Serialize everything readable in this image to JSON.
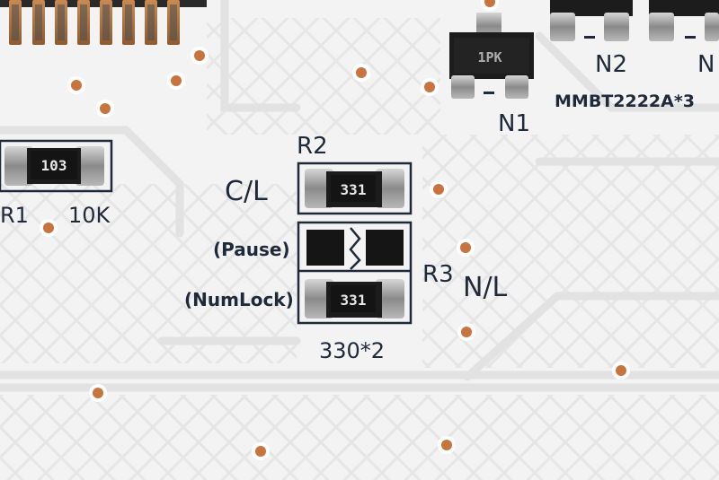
{
  "silkscreen": {
    "r1": "R1",
    "r1_value": "10K",
    "r2": "R2",
    "r3": "R3",
    "cl": "C/L",
    "nl": "N/L",
    "pause": "(Pause)",
    "numlock": "(NumLock)",
    "r_values": "330*2",
    "n1": "N1",
    "n2": "N2",
    "n3_partial": "N",
    "transistors": "MMBT2222A*3"
  },
  "chips": {
    "r1_code": "103",
    "r2_code": "331",
    "r3_code": "331",
    "n1_code": "1PK"
  },
  "colors": {
    "board": "#f3f3f3",
    "trace": "#e6e6e6",
    "silkscreen": "#1e2a3a",
    "via_copper": "#c8743e",
    "resistor_body": "#1c1c1c",
    "solder": "#9a9a9a"
  }
}
